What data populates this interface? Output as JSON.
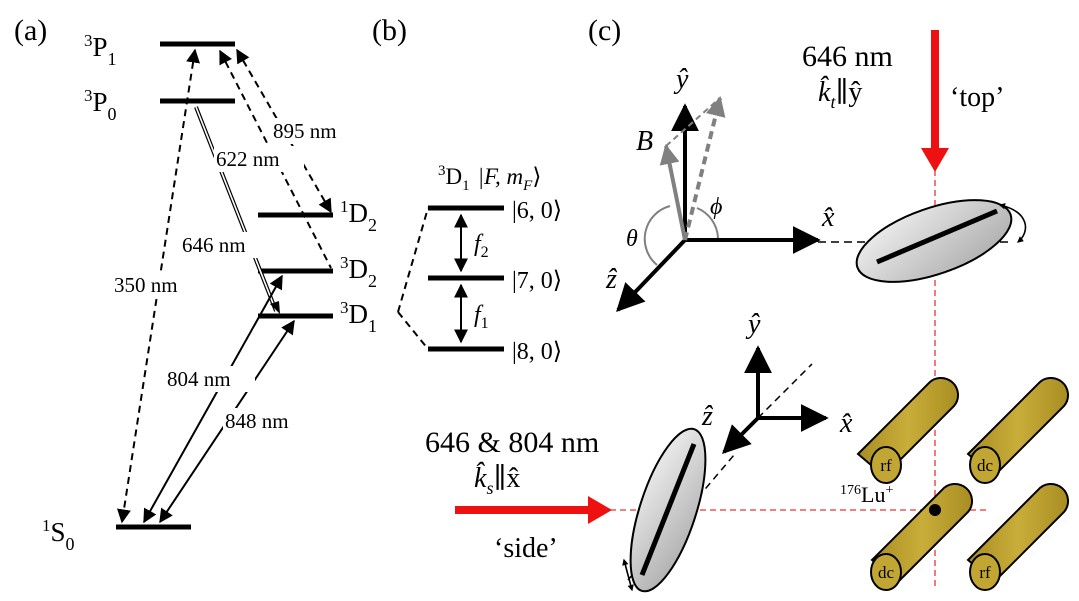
{
  "panels": {
    "a": "(a)",
    "b": "(b)",
    "c": "(c)"
  },
  "levels": {
    "p1": {
      "sup": "3",
      "base": "P",
      "sub": "1"
    },
    "p0": {
      "sup": "3",
      "base": "P",
      "sub": "0"
    },
    "d2_1": {
      "sup": "1",
      "base": "D",
      "sub": "2"
    },
    "d2_3": {
      "sup": "3",
      "base": "D",
      "sub": "2"
    },
    "d1": {
      "sup": "3",
      "base": "D",
      "sub": "1"
    },
    "s0": {
      "sup": "1",
      "base": "S",
      "sub": "0"
    }
  },
  "transitions": {
    "t895": "895 nm",
    "t622": "622 nm",
    "t646": "646 nm",
    "t350": "350 nm",
    "t804": "804 nm",
    "t848": "848 nm"
  },
  "hyperfine": {
    "header_sup": "3",
    "header_base": "D",
    "header_sub": "1",
    "header_ket": "|F, m",
    "header_ket_sub": "F",
    "header_ket_end": "⟩",
    "states": [
      "|6, 0⟩",
      "|7, 0⟩",
      "|8, 0⟩"
    ],
    "f2": {
      "base": "f",
      "sub": "2"
    },
    "f1": {
      "base": "f",
      "sub": "1"
    }
  },
  "setup": {
    "top_wavelength": "646 nm",
    "top_k": "k̂",
    "top_k_sub": "t",
    "top_k_rel": "∥ŷ",
    "top_label": "‘top’",
    "side_wavelength": "646 & 804 nm",
    "side_k": "k̂",
    "side_k_sub": "s",
    "side_k_rel": "∥x̂",
    "side_label": "‘side’",
    "axis_y": "ŷ",
    "axis_x": "x̂",
    "axis_z": "ẑ",
    "B": "B⃗",
    "theta": "θ",
    "phi": "ϕ",
    "ion_sup": "176",
    "ion": "Lu",
    "ion_charge": "+",
    "electrodes": [
      "rf",
      "dc",
      "dc",
      "rf"
    ]
  },
  "colors": {
    "laser": "#ee1111",
    "electrode": "#c2a634",
    "guide": "#ee3333",
    "field": "#808080"
  }
}
